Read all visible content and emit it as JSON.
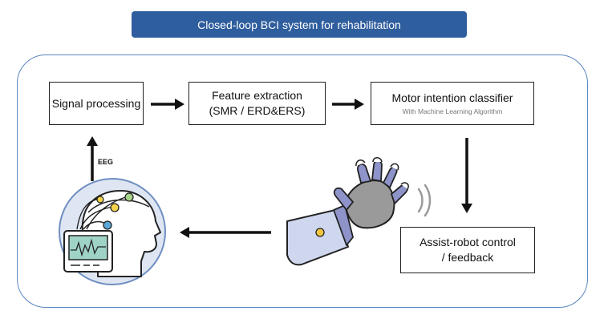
{
  "title": "Closed-loop BCI system for rehabilitation",
  "nodes": {
    "signal": "Signal processing",
    "feature_line1": "Feature extraction",
    "feature_line2": "(SMR / ERD&ERS)",
    "classifier": "Motor intention classifier",
    "classifier_sub": "With Machine Learning Algorithm",
    "assist_line1": "Assist-robot control",
    "assist_line2": "/ feedback"
  },
  "edge_label": "EEG",
  "icons": [
    "eeg-head-icon",
    "monitor-icon",
    "robotic-glove-icon",
    "vibration-icon"
  ],
  "colors": {
    "banner": "#2f5e9e",
    "frame": "#5b86bf",
    "head_circle": "#dfe6f3",
    "glove": "#8e93c9",
    "glove_palm": "#9a9a9a",
    "monitor_screen": "#9fd3c7"
  }
}
